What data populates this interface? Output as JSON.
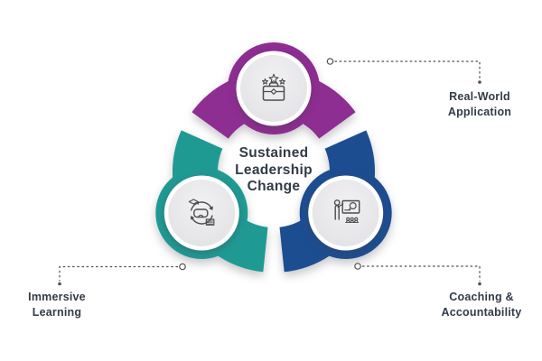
{
  "center": {
    "title": "Sustained\nLeadership\nChange",
    "text_color": "#333b46"
  },
  "segments": {
    "top": {
      "label": "Real-World\nApplication",
      "color": "#8e2d92",
      "icon": "briefcase-stars-icon"
    },
    "left": {
      "label": "Immersive\nLearning",
      "color": "#1f9a93",
      "icon": "vr-learning-cycle-icon"
    },
    "right": {
      "label": "Coaching &\nAccountability",
      "color": "#1d4d91",
      "icon": "presenter-board-icon"
    }
  },
  "styles": {
    "background": "#ffffff",
    "node_fill": "#e9e9ec",
    "node_rim": "#ffffff",
    "icon_stroke": "#4c4c4c",
    "connector_color": "#4f4f4f",
    "label_color": "#333b46"
  }
}
